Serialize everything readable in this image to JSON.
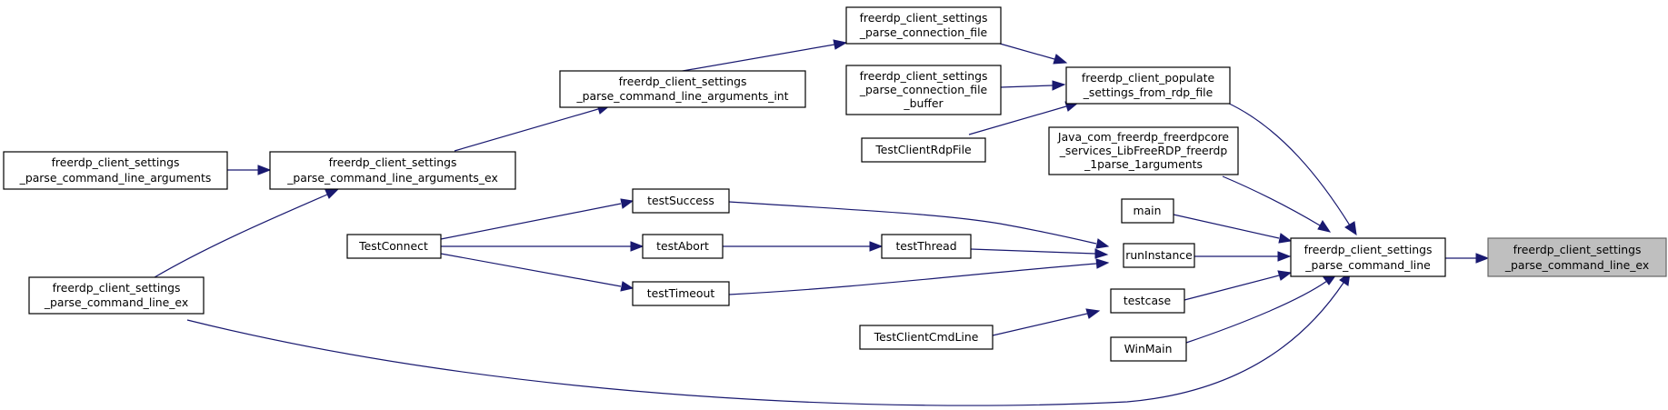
{
  "nodes": {
    "n_target": {
      "lines": [
        "freerdp_client_settings",
        "_parse_command_line_ex"
      ]
    },
    "n_pcl": {
      "lines": [
        "freerdp_client_settings",
        "_parse_command_line"
      ]
    },
    "n_populate": {
      "lines": [
        "freerdp_client_populate",
        "_settings_from_rdp_file"
      ]
    },
    "n_java": {
      "lines": [
        "Java_com_freerdp_freerdpcore",
        "_services_LibFreeRDP_freerdp",
        "_1parse_1arguments"
      ]
    },
    "n_main": {
      "lines": [
        "main"
      ]
    },
    "n_runinstance": {
      "lines": [
        "runInstance"
      ]
    },
    "n_testcase": {
      "lines": [
        "testcase"
      ]
    },
    "n_winmain": {
      "lines": [
        "WinMain"
      ]
    },
    "n_pcl_ex_left": {
      "lines": [
        "freerdp_client_settings",
        "_parse_command_line_ex"
      ]
    },
    "n_conn_file": {
      "lines": [
        "freerdp_client_settings",
        "_parse_connection_file"
      ]
    },
    "n_conn_buffer": {
      "lines": [
        "freerdp_client_settings",
        "_parse_connection_file",
        "_buffer"
      ]
    },
    "n_rdpfile": {
      "lines": [
        "TestClientRdpFile"
      ]
    },
    "n_args_int": {
      "lines": [
        "freerdp_client_settings",
        "_parse_command_line_arguments_int"
      ]
    },
    "n_args_ex": {
      "lines": [
        "freerdp_client_settings",
        "_parse_command_line_arguments_ex"
      ]
    },
    "n_args": {
      "lines": [
        "freerdp_client_settings",
        "_parse_command_line_arguments"
      ]
    },
    "n_success": {
      "lines": [
        "testSuccess"
      ]
    },
    "n_abort": {
      "lines": [
        "testAbort"
      ]
    },
    "n_timeout": {
      "lines": [
        "testTimeout"
      ]
    },
    "n_thread": {
      "lines": [
        "testThread"
      ]
    },
    "n_connect": {
      "lines": [
        "TestConnect"
      ]
    },
    "n_cmdline": {
      "lines": [
        "TestClientCmdLine"
      ]
    }
  },
  "colors": {
    "edge": "#191970",
    "root_fill": "#bfbfbf",
    "node_fill": "#ffffff"
  }
}
